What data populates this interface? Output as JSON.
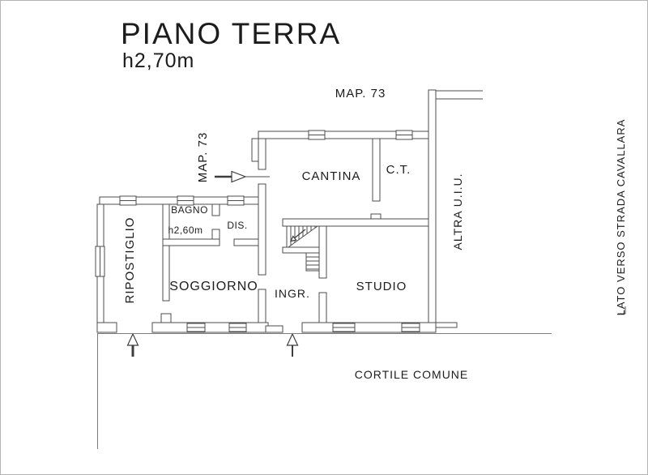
{
  "header": {
    "title": "PIANO TERRA",
    "floor_height": "h2,70m"
  },
  "plan": {
    "parcels": {
      "map_top": "MAP. 73",
      "map_side": "MAP. 73"
    },
    "rooms": {
      "cantina": "CANTINA",
      "ct": "C.T.",
      "bagno": "BAGNO",
      "bagno_height": "h2,60m",
      "dis": "DIS.",
      "ripostiglio": "RIPOSTIGLIO",
      "soggiorno": "SOGGIORNO",
      "ingresso": "INGR.",
      "studio": "STUDIO"
    },
    "annotations": {
      "altra_uiu": "ALTRA U.I.U.",
      "cortile": "CORTILE COMUNE",
      "lato_strada": "LATO VERSO STRADA CAVALLARA"
    }
  },
  "colors": {
    "line": "#4d4d4d",
    "text": "#1c1c1c",
    "background": "#ffffff"
  }
}
